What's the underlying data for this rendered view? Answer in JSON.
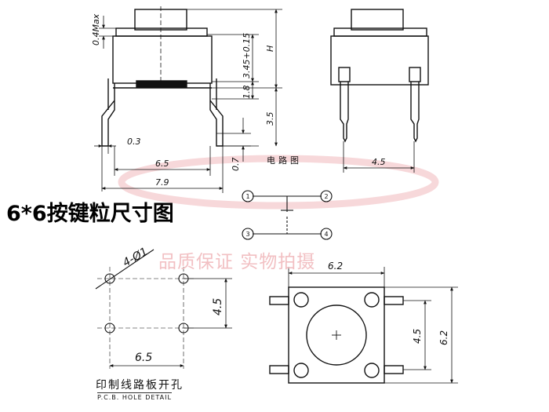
{
  "title": "6*6按键粒尺寸图",
  "watermark": "品质保证 实物拍摄",
  "circuit": {
    "label": "电路图",
    "pins": [
      "1",
      "2",
      "3",
      "4"
    ]
  },
  "side_view_dims": {
    "max_gap": "0.4Max",
    "body_h": "3.45+0.15",
    "h": "H",
    "shoulder": "1.8",
    "pin_len": "3.5",
    "pin_w": "0.3",
    "pin_thk": "0.7",
    "width_inner": "6.5",
    "width_outer": "7.9"
  },
  "front_view_dims": {
    "pin_pitch": "4.5"
  },
  "pcb_hole": {
    "holes": "4-Ø1",
    "pitch_x": "6.5",
    "pitch_y": "4.5",
    "caption_cn": "印制线路板开孔",
    "caption_en": "P.C.B. HOLE DETAIL"
  },
  "top_view_dims": {
    "width": "6.2",
    "height": "6.2",
    "pitch": "4.5"
  }
}
